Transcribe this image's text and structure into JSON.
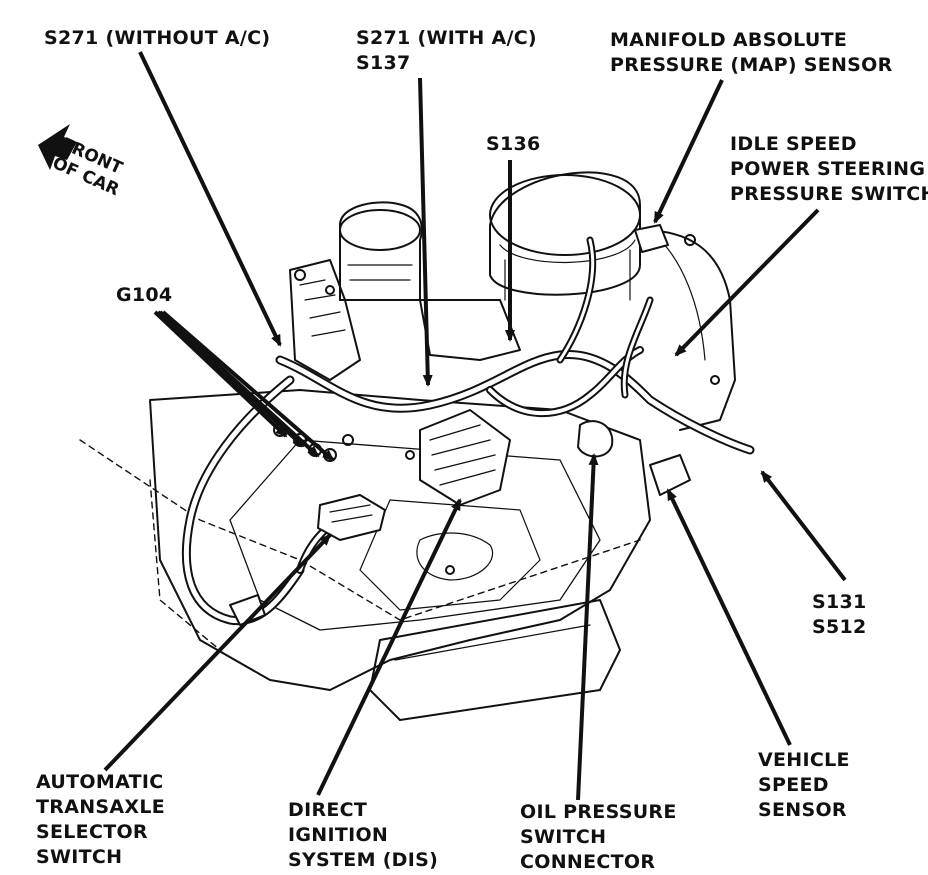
{
  "labels": {
    "s271_without_ac": "S271 (WITHOUT A/C)",
    "s271_with_ac": "S271 (WITH A/C)",
    "s137": "S137",
    "map_line1": "MANIFOLD ABSOLUTE",
    "map_line2": "PRESSURE (MAP) SENSOR",
    "s136": "S136",
    "idle_line1": "IDLE SPEED",
    "idle_line2": "POWER STEERING",
    "idle_line3": "PRESSURE SWITCH",
    "front_line1": "FRONT",
    "front_line2": "OF CAR",
    "g104": "G104",
    "s131": "S131",
    "s512": "S512",
    "ats_line1": "AUTOMATIC",
    "ats_line2": "TRANSAXLE",
    "ats_line3": "SELECTOR",
    "ats_line4": "SWITCH",
    "dis_line1": "DIRECT",
    "dis_line2": "IGNITION",
    "dis_line3": "SYSTEM (DIS)",
    "ops_line1": "OIL PRESSURE",
    "ops_line2": "SWITCH",
    "ops_line3": "CONNECTOR",
    "vss_line1": "VEHICLE",
    "vss_line2": "SPEED",
    "vss_line3": "SENSOR"
  },
  "colors": {
    "ink": "#111111",
    "paper": "#ffffff"
  }
}
